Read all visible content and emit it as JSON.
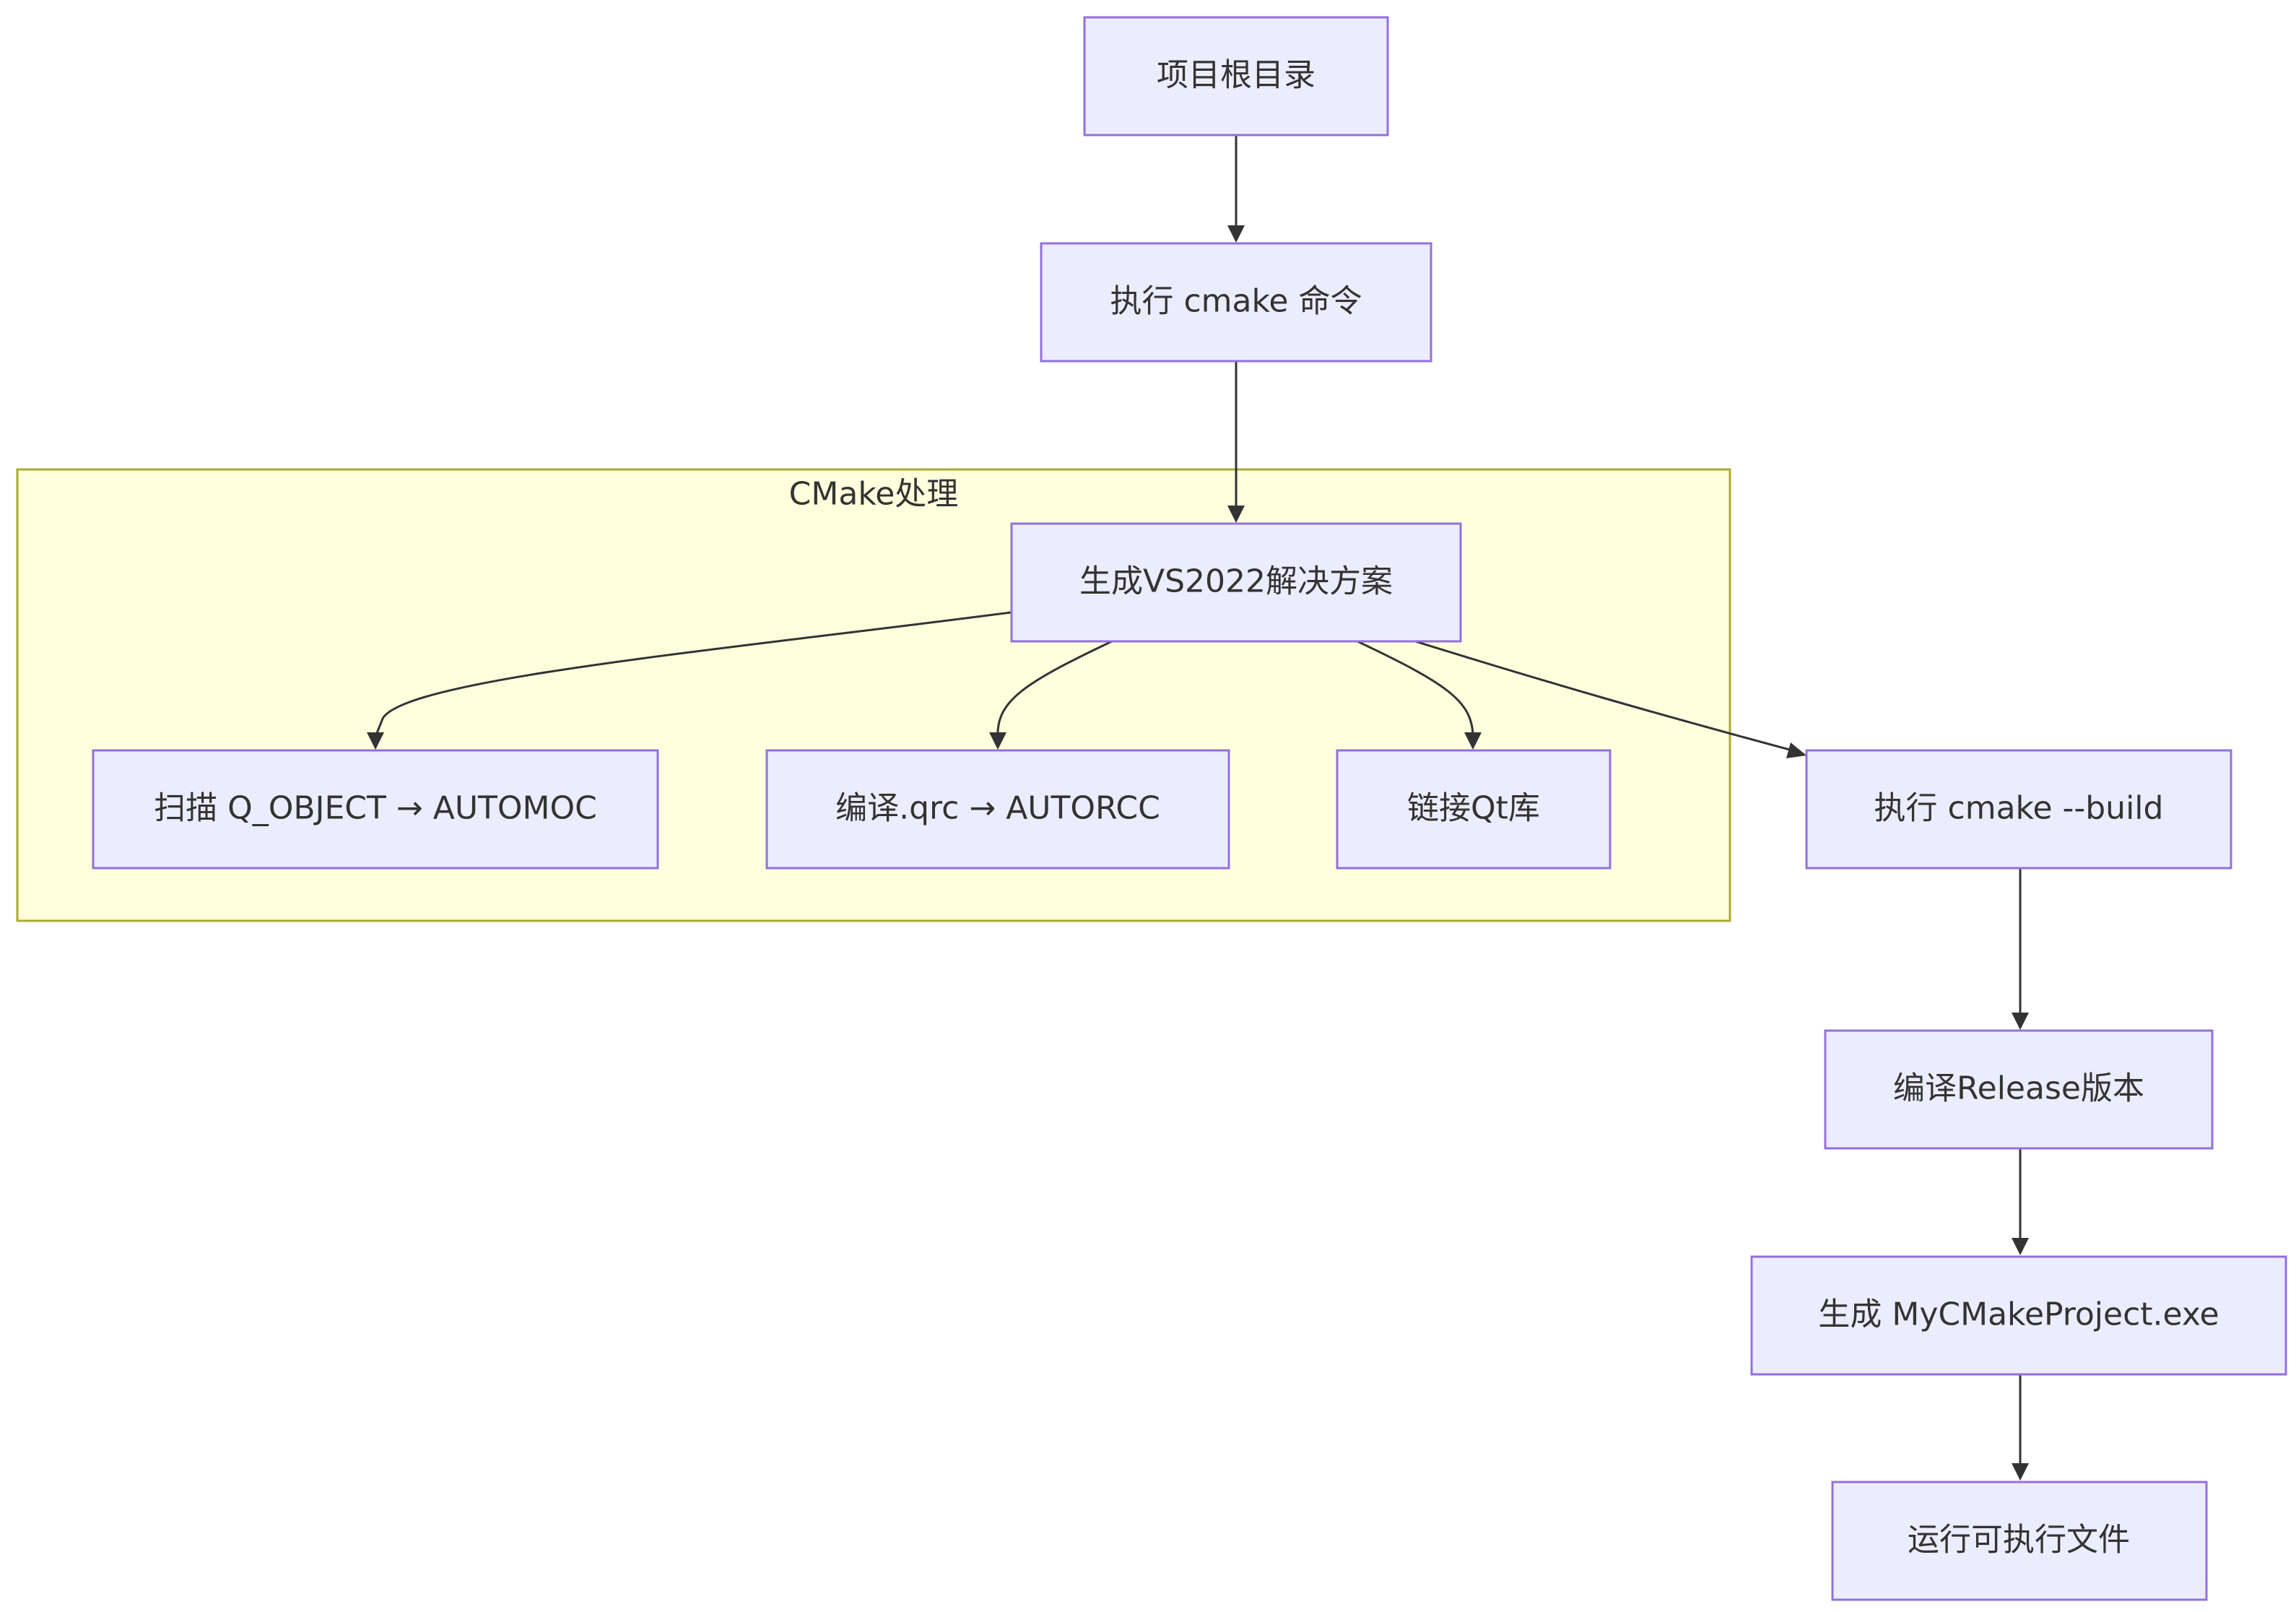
{
  "diagram": {
    "cluster": {
      "label": "CMake处理"
    },
    "nodes": {
      "root": "项目根目录",
      "cmake_cmd": "执行 cmake 命令",
      "gen_vs": "生成VS2022解决方案",
      "automoc": "扫描 Q_OBJECT → AUTOMOC",
      "autorcc": "编译.qrc → AUTORCC",
      "link_qt": "链接Qt库",
      "cmake_build": "执行 cmake --build",
      "compile_release": "编译Release版本",
      "gen_exe": "生成 MyCMakeProject.exe",
      "run_exe": "运行可执行文件"
    },
    "colors": {
      "node_fill": "#ececff",
      "node_stroke": "#9370db",
      "cluster_fill": "#ffffde",
      "cluster_stroke": "#aaaa33",
      "edge": "#333333",
      "text": "#333333"
    }
  }
}
